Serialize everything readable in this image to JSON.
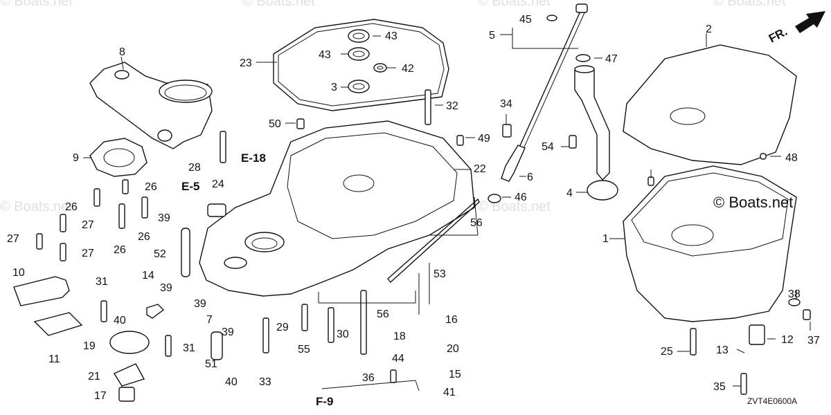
{
  "watermark": "© Boats.net",
  "brand_mark": "© Boats.net",
  "diagram_code": "ZVT4E0600A",
  "front_arrow_label": "FR.",
  "references": [
    "E-18",
    "E-5",
    "F-9"
  ],
  "callouts": [
    "1",
    "2",
    "3",
    "4",
    "5",
    "6",
    "7",
    "8",
    "9",
    "10",
    "11",
    "12",
    "13",
    "14",
    "15",
    "16",
    "17",
    "18",
    "19",
    "20",
    "21",
    "22",
    "23",
    "24",
    "25",
    "26",
    "26",
    "26",
    "26",
    "27",
    "27",
    "27",
    "28",
    "29",
    "30",
    "31",
    "31",
    "32",
    "33",
    "34",
    "35",
    "36",
    "37",
    "38",
    "39",
    "39",
    "39",
    "39",
    "40",
    "40",
    "41",
    "42",
    "43",
    "43",
    "44",
    "45",
    "46",
    "47",
    "48",
    "49",
    "50",
    "51",
    "52",
    "53",
    "54",
    "55",
    "56",
    "56"
  ]
}
